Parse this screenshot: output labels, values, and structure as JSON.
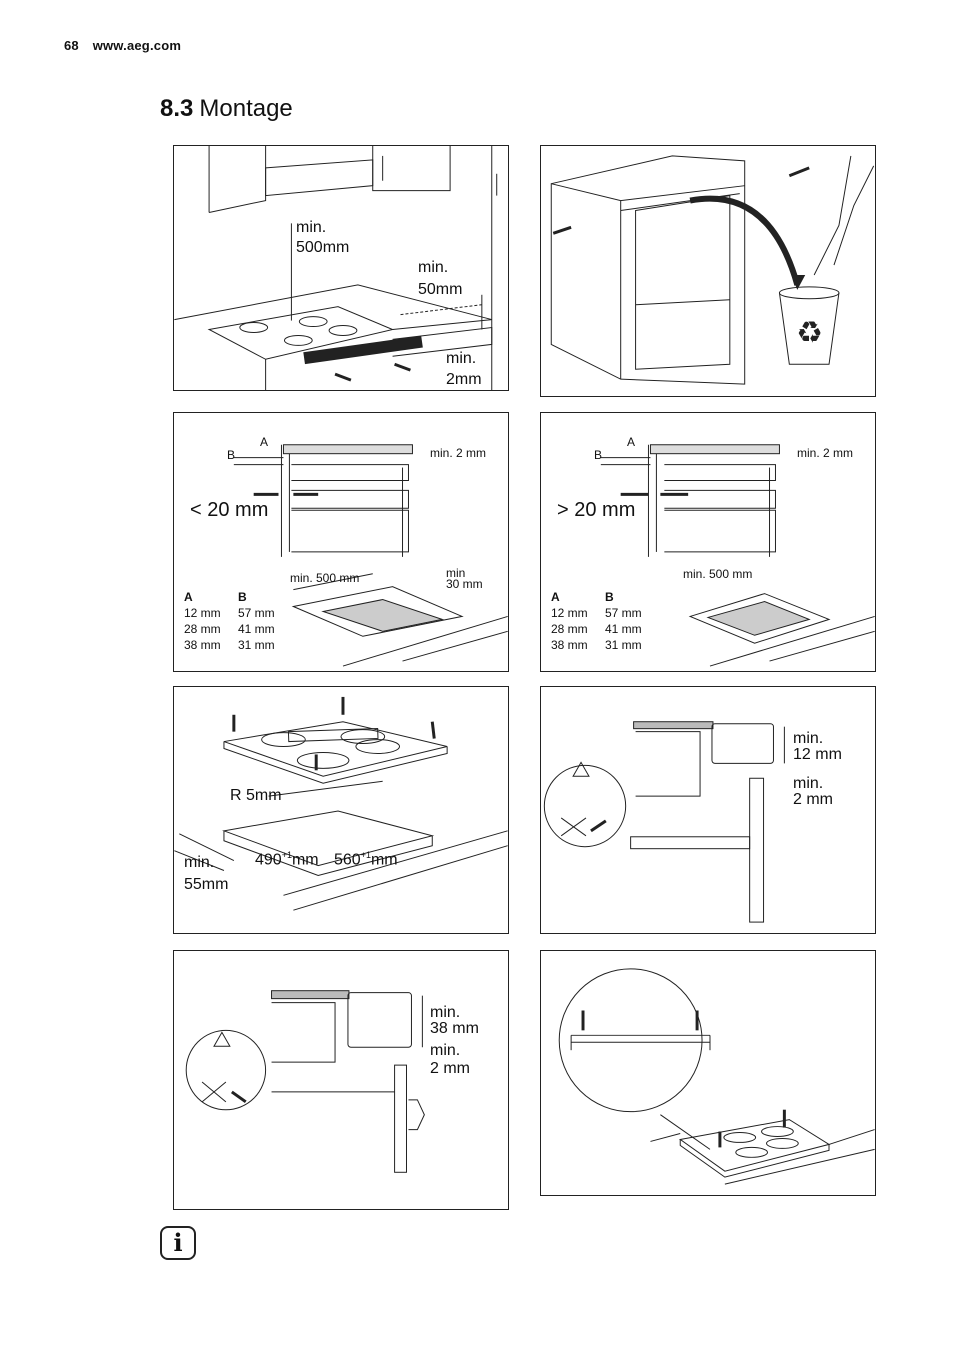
{
  "header": {
    "page_number": "68",
    "website": "www.aeg.com"
  },
  "section": {
    "number": "8.3",
    "title": "Montage"
  },
  "panel1": {
    "min500": "min.",
    "min500b": "500mm",
    "min50": "min.",
    "min50b": "50mm",
    "min2": "min.",
    "min2b": "2mm"
  },
  "panel3": {
    "a": "A",
    "b": "B",
    "min2": "min. 2 mm",
    "depth": "< 20 mm",
    "min500": "min. 500 mm",
    "min30a": "min",
    "min30b": "30 mm",
    "table": {
      "headers": [
        "A",
        "B"
      ],
      "rows": [
        [
          "12 mm",
          "57 mm"
        ],
        [
          "28 mm",
          "41 mm"
        ],
        [
          "38 mm",
          "31 mm"
        ]
      ]
    }
  },
  "panel4": {
    "a": "A",
    "b": "B",
    "min2": "min. 2 mm",
    "depth": "> 20 mm",
    "min500": "min. 500 mm",
    "table": {
      "headers": [
        "A",
        "B"
      ],
      "rows": [
        [
          "12 mm",
          "57 mm"
        ],
        [
          "28 mm",
          "41 mm"
        ],
        [
          "38 mm",
          "31 mm"
        ]
      ]
    }
  },
  "panel5": {
    "radius": "R 5mm",
    "min55a": "min.",
    "min55b": "55mm",
    "w": "490",
    "w_sup": "+1",
    "w_unit": "mm",
    "d": "560",
    "d_sup": "+1",
    "d_unit": "mm"
  },
  "panel6": {
    "min12a": "min.",
    "min12b": "12 mm",
    "min2a": "min.",
    "min2b": "2 mm"
  },
  "panel7": {
    "min38a": "min.",
    "min38b": "38 mm",
    "min2a": "min.",
    "min2b": "2 mm"
  },
  "info_icon": "info-icon"
}
